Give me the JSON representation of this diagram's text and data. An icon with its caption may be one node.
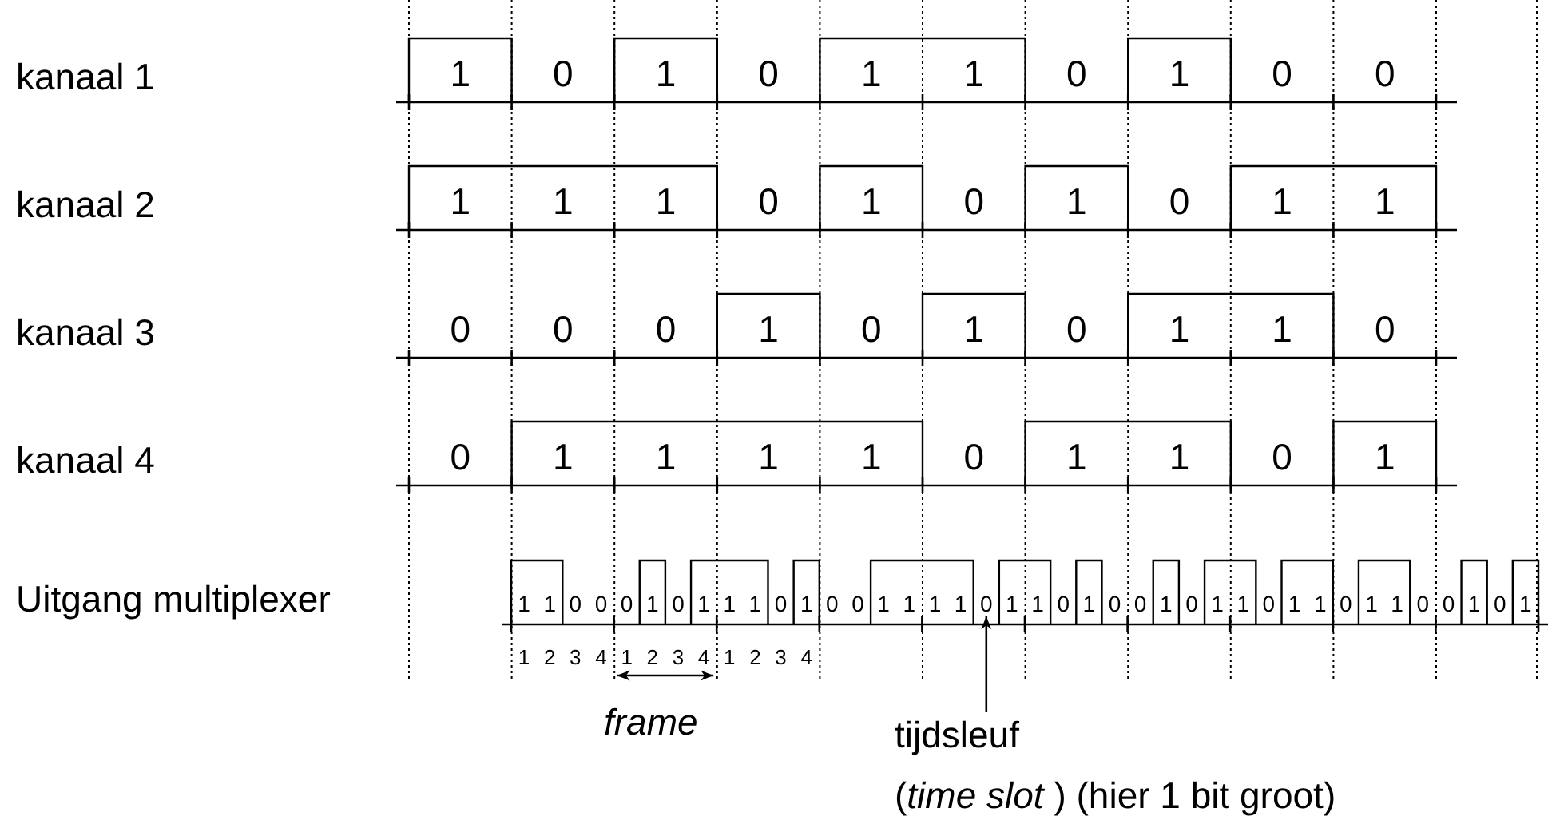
{
  "diagram": {
    "nodes": [
      {
        "text": [
          "tijdsleuf",
          "(*time slot* ) (hier 1 bit groot)"
        ]
      },
      {
        "text": [
          "0"
        ]
      }
    ],
    "edges": [
      {
        "from": 0,
        "to": 1,
        "arrow": "to"
      }
    ],
    "labels": [
      "kanaal 1",
      "1",
      "0",
      "1",
      "0",
      "1",
      "1",
      "0",
      "1",
      "0",
      "0",
      "kanaal 2",
      "1",
      "1",
      "1",
      "0",
      "1",
      "0",
      "1",
      "0",
      "1",
      "1",
      "kanaal 3",
      "0",
      "0",
      "0",
      "1",
      "0",
      "1",
      "0",
      "1",
      "1",
      "0",
      "kanaal 4",
      "0",
      "1",
      "1",
      "1",
      "1",
      "0",
      "1",
      "1",
      "0",
      "1",
      "Uitgang multiplexer",
      "1",
      "1",
      "0",
      "0",
      "0",
      "1",
      "0",
      "1",
      "1",
      "1",
      "0",
      "1",
      "0",
      "0",
      "1",
      "1",
      "1",
      "1",
      "1",
      "1",
      "0",
      "1",
      "0",
      "0",
      "1",
      "0",
      "1",
      "1",
      "0",
      "1",
      "1",
      "0",
      "1",
      "1",
      "0",
      "0",
      "1",
      "0",
      "1",
      "1",
      "2",
      "3",
      "4",
      "1",
      "2",
      "3",
      "4",
      "1",
      "2",
      "3",
      "4",
      "frame"
    ]
  }
}
